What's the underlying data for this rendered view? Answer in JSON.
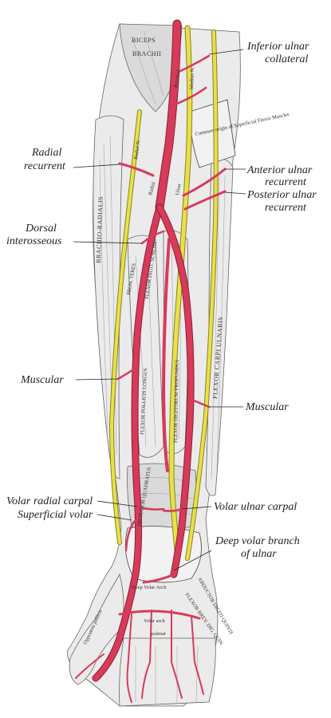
{
  "labels": {
    "inferior_ulnar_collateral": [
      "Inferior ulnar",
      "collateral"
    ],
    "radial_recurrent": [
      "Radial",
      "recurrent"
    ],
    "anterior_ulnar_recurrent": [
      "Anterior ulnar",
      "recurrent"
    ],
    "posterior_ulnar_recurrent": [
      "Posterior ulnar",
      "recurrent"
    ],
    "dorsal_interosseous": [
      "Dorsal",
      "interosseous"
    ],
    "muscular_left": "Muscular",
    "muscular_right": "Muscular",
    "volar_radial_carpal": "Volar radial carpal",
    "superficial_volar": "Superficial volar",
    "volar_ulnar_carpal": "Volar ulnar carpal",
    "deep_volar_branch_of_ulnar": [
      "Deep volar branch",
      "of ulnar"
    ]
  },
  "structures": {
    "biceps": "BICEPS",
    "brachii": "BRACHII",
    "brachial": "Brachial",
    "median_n": "Median N.",
    "radial_n": "Radial N.",
    "radial": "Radial",
    "ulnar": "Ulnar",
    "brachio_radialis": "BRACHIO-RADIALIS",
    "flexor_carpi_ulnaris": "FLEXOR CARPI ULNARIS",
    "common_origin": "Common origin of Superficial Flexor Muscles",
    "flexor_pollicis_longus": "FLEXOR POLLICIS LONGUS",
    "flexor_digitorum_profundus": "FLEXOR DIGITORUM PROFUNDUS",
    "pron_teres": "PRON. TERES",
    "flexor_digit_sublim": "FLEXOR DIGIT. SUBLIM.",
    "pronator_quadratus": "PRONATOR QUADRATUS",
    "abductor_digiti_quinti": "ABDUCTOR DIGITI QUINTI",
    "flexor_brevis_digiti": "FLEXOR BREV. DIG. QUIN.",
    "deep_volar_arch": "Deep Volar Arch",
    "superficial_volar_arch": "Volar arch",
    "palmaris": "palmar",
    "opponens_pollicis": "Opponens pollicis"
  },
  "colors": {
    "artery": "#d83a5a",
    "nerve": "#e8e04a",
    "muscle": "#ebebeb"
  }
}
